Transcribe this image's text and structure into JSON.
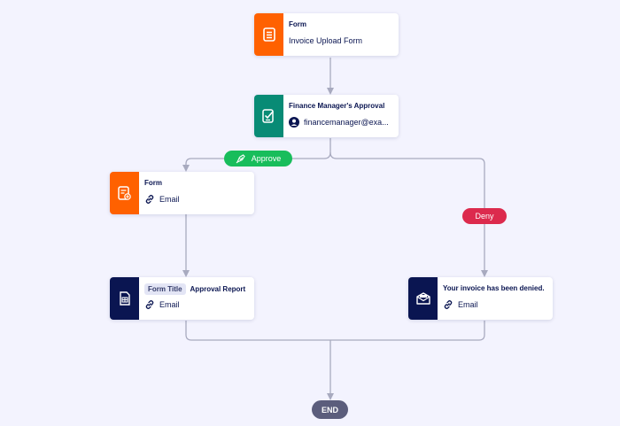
{
  "colors": {
    "canvas_bg": "#f3f3fe",
    "connector": "#a8aabf",
    "form_orange": "#ff6100",
    "approval_green": "#088b75",
    "navy": "#0a1551",
    "approve_green": "#18bd5b",
    "deny_red": "#dc2a4d",
    "end_gray": "#5b5d7c"
  },
  "nodes": {
    "invoice_form": {
      "title": "Form",
      "subtitle": "Invoice Upload Form",
      "icon": "form-icon"
    },
    "finance_approval": {
      "title": "Finance Manager's Approval",
      "subtitle": "financemanager@exa...",
      "icon": "approval-icon",
      "sub_icon": "user-icon"
    },
    "form_email": {
      "title": "Form",
      "subtitle": "Email",
      "icon": "form-add-icon",
      "sub_icon": "link-icon"
    },
    "approval_report": {
      "tag": "Form Title",
      "title": "Approval Report",
      "subtitle": "Email",
      "icon": "report-icon",
      "sub_icon": "link-icon"
    },
    "denied_email": {
      "title": "Your invoice has been denied.",
      "subtitle": "Email",
      "icon": "mail-icon",
      "sub_icon": "link-icon"
    }
  },
  "branches": {
    "approve": {
      "label": "Approve",
      "icon": "approve-icon"
    },
    "deny": {
      "label": "Deny"
    }
  },
  "end": {
    "label": "END"
  }
}
